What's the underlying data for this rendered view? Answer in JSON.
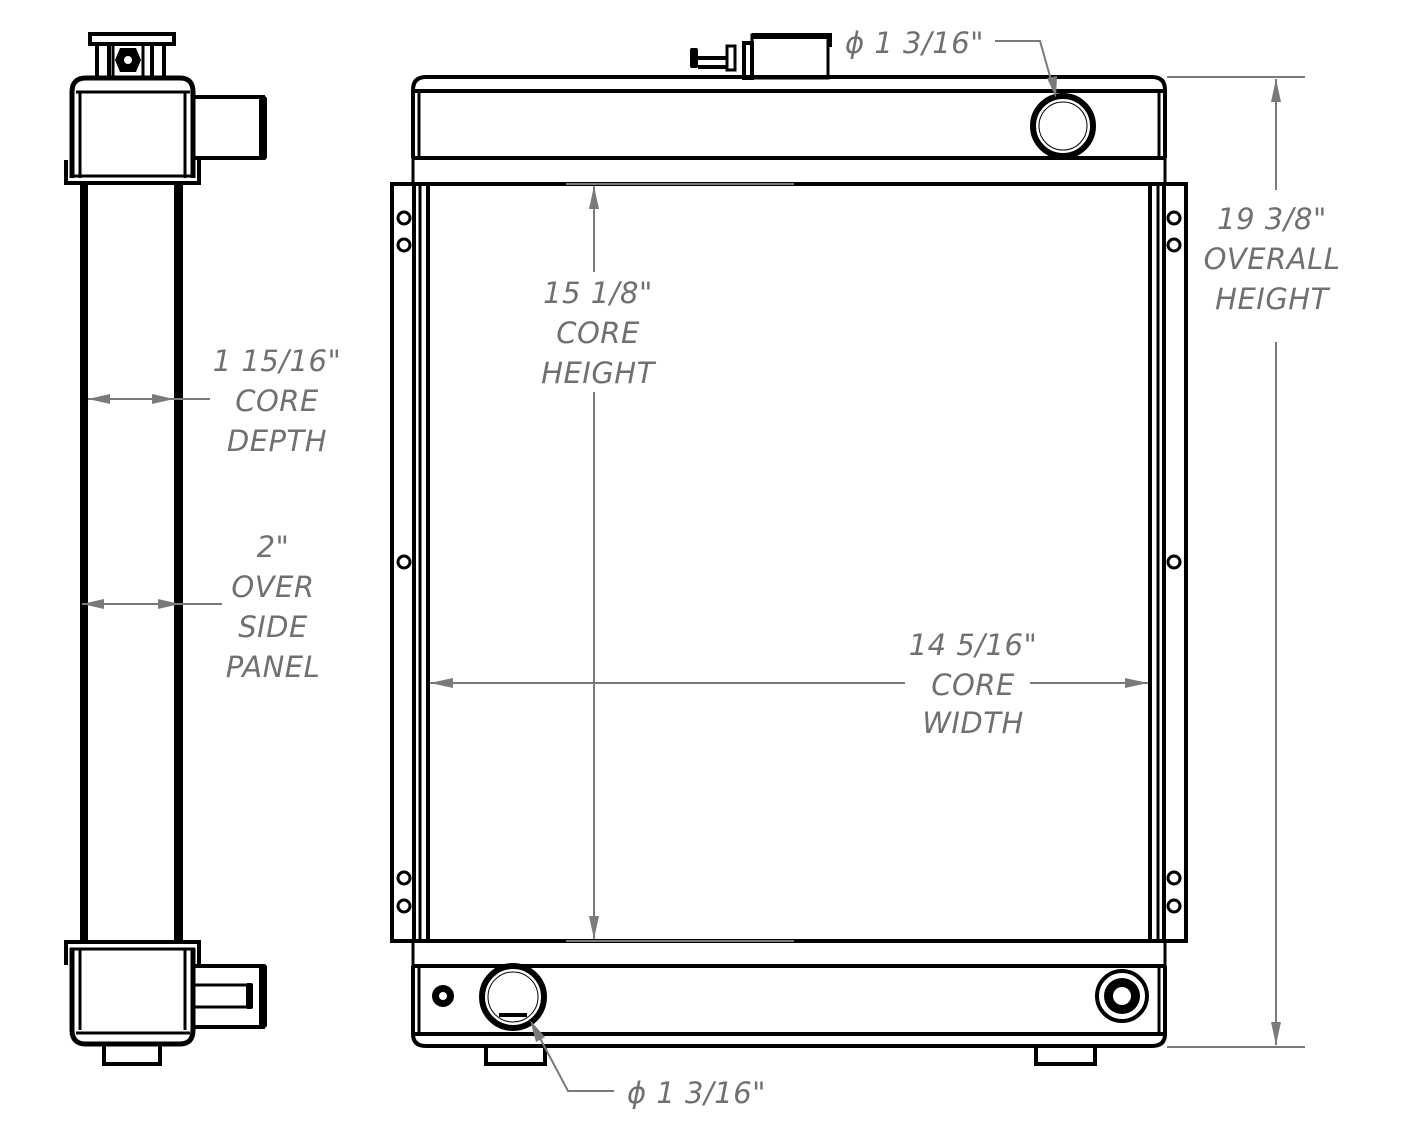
{
  "drawing": {
    "subject": "radiator",
    "views": [
      "side-view",
      "front-view"
    ],
    "line_color": "#000000",
    "dimension_color": "#7a7a7a"
  },
  "dimensions": {
    "top_port": {
      "line1": "ϕ 1 3/16\""
    },
    "bottom_port": {
      "line1": "ϕ 1 3/16\""
    },
    "overall_height": {
      "line1": "19 3/8\"",
      "line2": "OVERALL",
      "line3": "HEIGHT"
    },
    "core_height": {
      "line1": "15 1/8\"",
      "line2": "CORE",
      "line3": "HEIGHT"
    },
    "core_width": {
      "line1": "14 5/16\"",
      "line2": "CORE",
      "line3": "WIDTH"
    },
    "core_depth": {
      "line1": "1 15/16\"",
      "line2": "CORE",
      "line3": "DEPTH"
    },
    "over_side_panel": {
      "line1": "2\"",
      "line2": "OVER",
      "line3": "SIDE",
      "line4": "PANEL"
    }
  }
}
